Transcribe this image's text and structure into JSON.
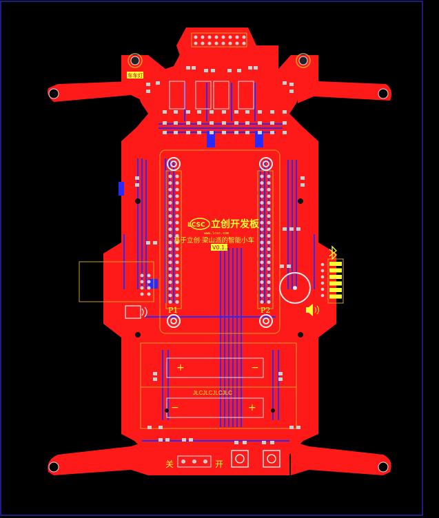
{
  "colors": {
    "background": "#000000",
    "board": "#ff1a1a",
    "copper_bottom": "#2a2aff",
    "silkscreen": "#ffff33",
    "outline": "#c9a227",
    "pads": "#cfcfcf",
    "border_line": "#3a3aff"
  },
  "board": {
    "brand_logo": "LCSC",
    "brand_name": "立创开发板",
    "brand_url": "www.lcsc.com",
    "title": "基于立创·梁山派的智能小车",
    "version": "V0.1.2",
    "header_left": "P1",
    "header_right": "P2",
    "battery_label": "JLCJLCJLCJLC",
    "battery_plus": "+",
    "battery_minus": "−",
    "switch_off": "关",
    "switch_on": "开",
    "car_light_label": "车车灯",
    "bluetooth_icon": "bluetooth-icon",
    "wifi_icon": "wireless-icon",
    "speaker_icon": "speaker-icon"
  }
}
